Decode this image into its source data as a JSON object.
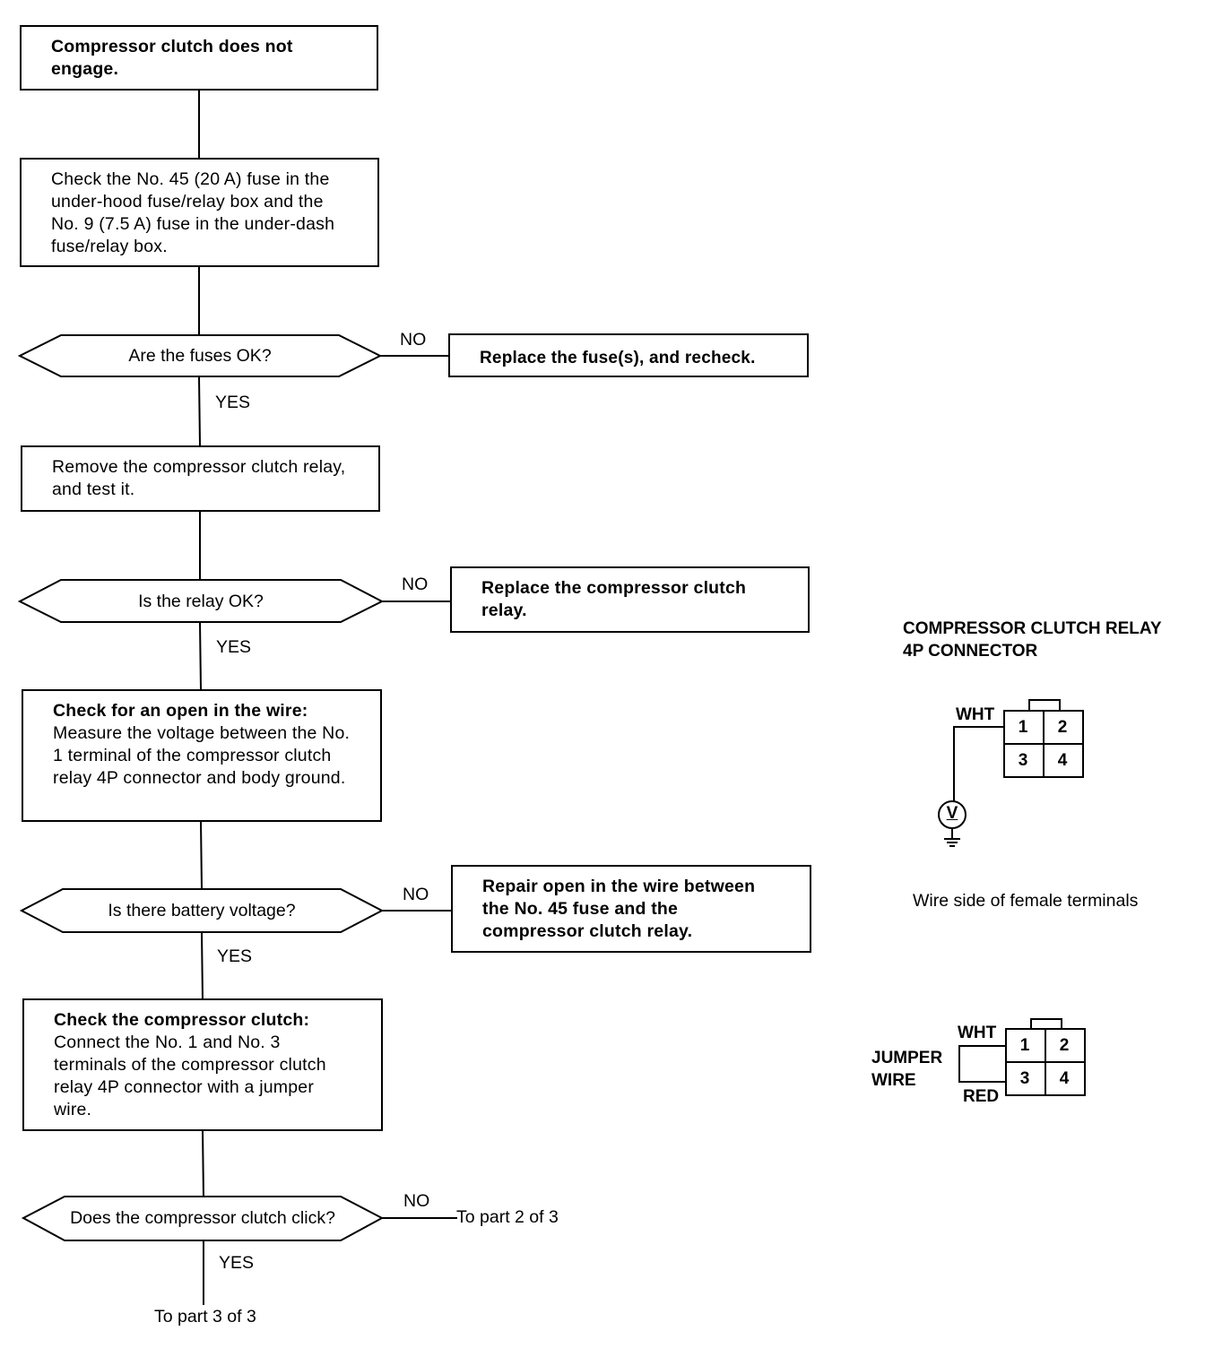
{
  "flow": {
    "step1": "Compressor clutch does not engage.",
    "step2": "Check the No. 45 (20 A) fuse in the under-hood fuse/relay box and the No. 9 (7.5 A) fuse in the under-dash fuse/relay box.",
    "q1": "Are the fuses OK?",
    "a1_no": "Replace the fuse(s), and recheck.",
    "step3": "Remove the compressor clutch relay, and test it.",
    "q2": "Is the relay OK?",
    "a2_no": "Replace the compressor clutch relay.",
    "step4_head": "Check for an open in the wire:",
    "step4_body": "Measure the voltage between the No. 1 terminal of the compressor clutch relay 4P connector and body ground.",
    "q3": "Is there battery voltage?",
    "a3_no": "Repair open in the wire between the No. 45 fuse and the compressor clutch relay.",
    "step5_head": "Check the compressor clutch:",
    "step5_body": "Connect the No. 1 and No. 3 terminals of the compressor clutch relay 4P connector with a jumper wire.",
    "q4": "Does the compressor clutch click?",
    "to_part2": "To part 2 of 3",
    "to_part3": "To part 3 of 3",
    "yes": "YES",
    "no": "NO"
  },
  "connector": {
    "title_line1": "COMPRESSOR CLUTCH RELAY",
    "title_line2": "4P CONNECTOR",
    "pins": [
      "1",
      "2",
      "3",
      "4"
    ],
    "wire_wht": "WHT",
    "wire_red": "RED",
    "voltmeter": "V",
    "caption": "Wire side of female terminals",
    "jumper_line1": "JUMPER",
    "jumper_line2": "WIRE"
  }
}
